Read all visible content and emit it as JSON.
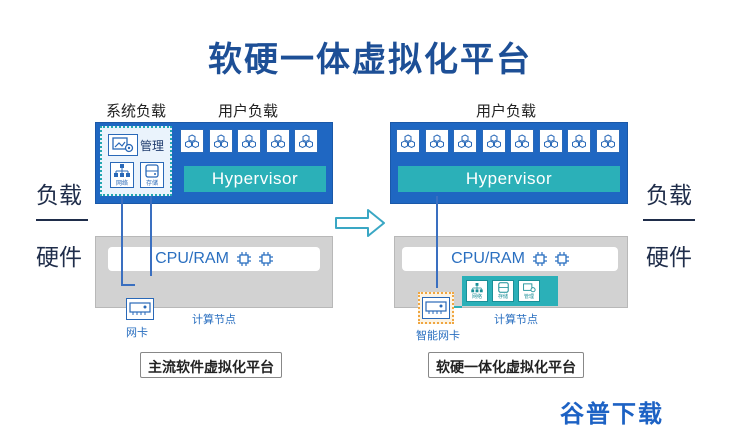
{
  "title": "软硬一体虚拟化平台",
  "side_labels": {
    "load": "负载",
    "hardware": "硬件"
  },
  "left": {
    "system_load_label": "系统负载",
    "user_load_label": "用户负载",
    "manage_label": "管理",
    "network_label": "网络",
    "storage_label": "存储",
    "hypervisor": "Hypervisor",
    "cpu_ram": "CPU/RAM",
    "nic_label": "网卡",
    "compute_node": "计算节点",
    "caption": "主流软件虚拟化平台",
    "vm_count": 5
  },
  "right": {
    "user_load_label": "用户负载",
    "hypervisor": "Hypervisor",
    "cpu_ram": "CPU/RAM",
    "nic_label": "智能网卡",
    "compute_node": "计算节点",
    "offload": [
      {
        "label": "网络"
      },
      {
        "label": "存储"
      },
      {
        "label": "管理"
      }
    ],
    "caption": "软硬一体化虚拟化平台",
    "vm_count": 8
  },
  "watermark": "谷普下载",
  "colors": {
    "title": "#1d4f96",
    "panel_blue": "#1f67c2",
    "hypervisor_teal": "#2bb0b8",
    "hardware_gray": "#d2d2d2",
    "nic_highlight": "#f0a640"
  }
}
